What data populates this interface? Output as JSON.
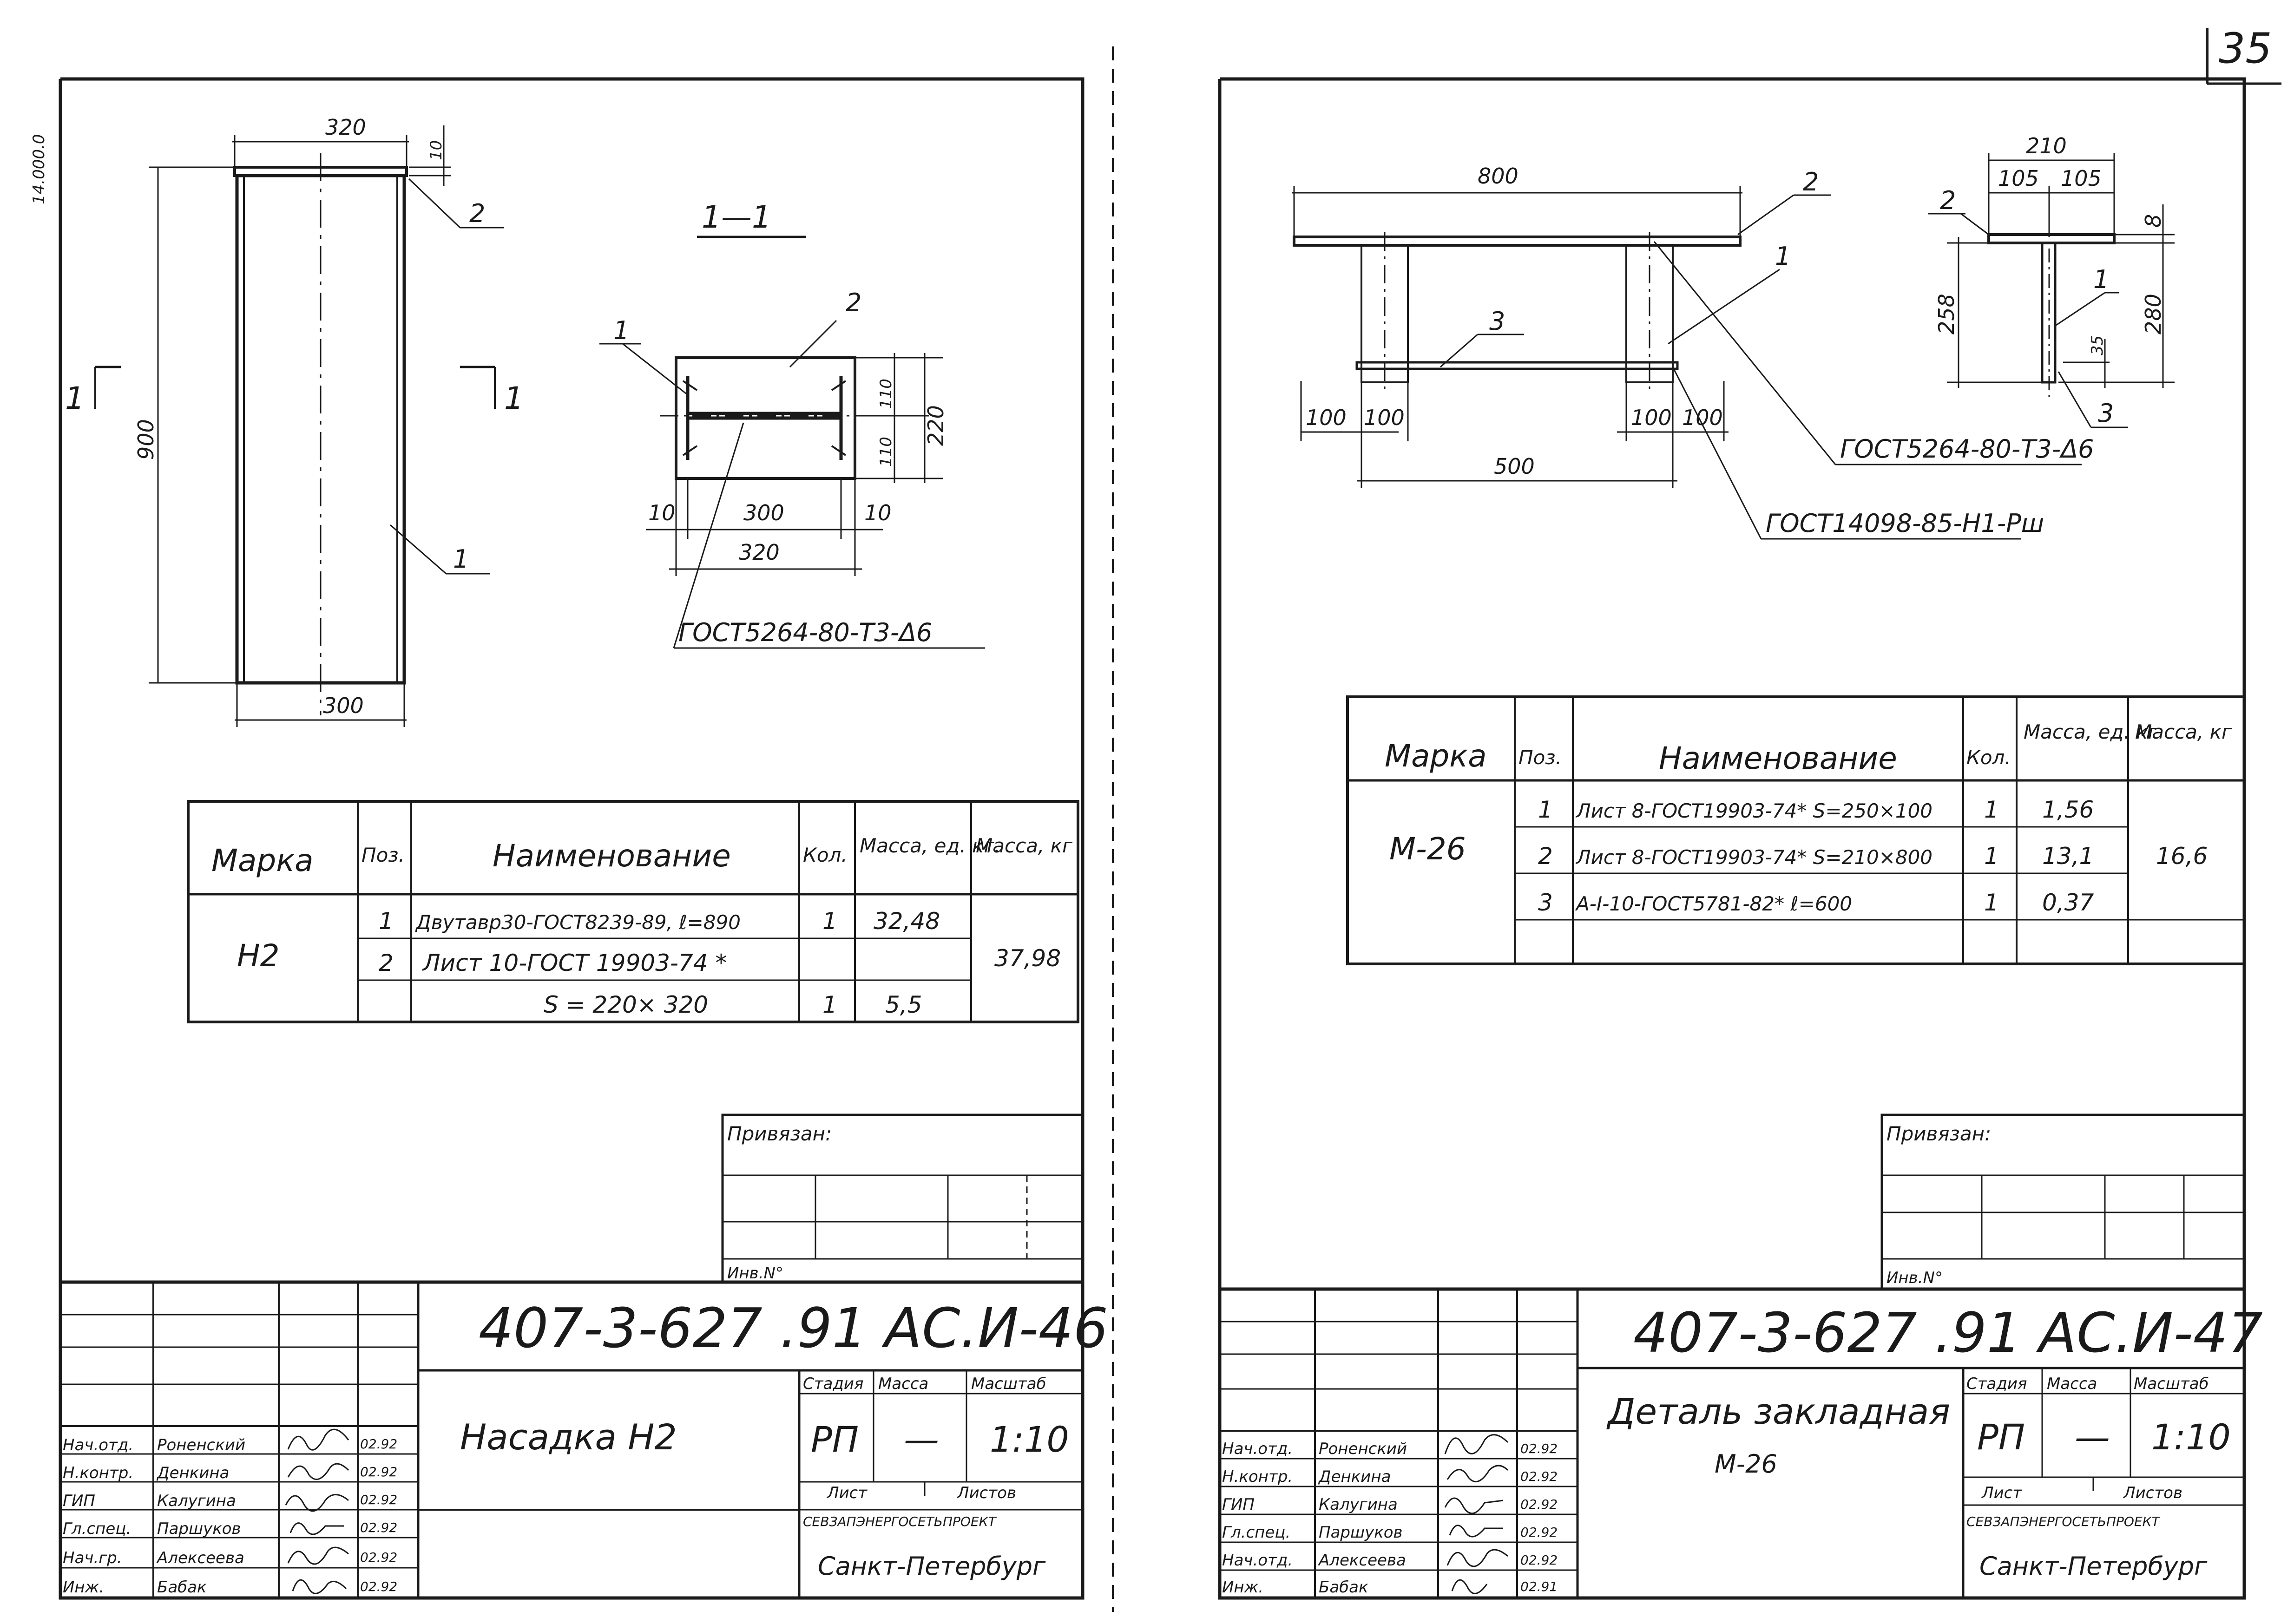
{
  "page_number": "35",
  "left_sheet": {
    "edge_text": "14.000.0",
    "drawing": {
      "dim_top_width": "320",
      "dim_thickness": "10",
      "dim_height": "900",
      "dim_bottom_width": "300",
      "callout_1": "1",
      "callout_2": "2",
      "section_mark_left": "1",
      "section_mark_right": "1"
    },
    "section": {
      "title": "1—1",
      "callout_1": "1",
      "callout_2": "2",
      "dim_110_top": "110",
      "dim_110_bottom": "110",
      "dim_220": "220",
      "dim_10_left": "10",
      "dim_300": "300",
      "dim_10_right": "10",
      "dim_320": "320",
      "weld_note": "ГОСТ5264-80-Т3-Δ6"
    },
    "spec_table": {
      "headers": [
        "Марка",
        "Поз.",
        "Наименование",
        "Кол.",
        "Масса, ед. кг.",
        "Масса, кг"
      ],
      "mark": "Н2",
      "rows": [
        {
          "pos": "1",
          "name": "Двутавр30-ГОСТ8239-89, ℓ=890",
          "qty": "1",
          "mass_unit": "32,48"
        },
        {
          "pos": "2",
          "name": "Лист 10-ГОСТ 19903-74 *",
          "qty": "",
          "mass_unit": ""
        },
        {
          "pos": "",
          "name": "S = 220× 320",
          "qty": "1",
          "mass_unit": "5,5"
        }
      ],
      "mass_total": "37,98"
    },
    "binding_label": "Привязан:",
    "inv_label": "Инв.N°",
    "title_block": {
      "doc_code": "407-3-627  .91  АС.И-46",
      "title": "Насадка Н2",
      "stage_label": "Стадия",
      "mass_label": "Масса",
      "scale_label": "Масштаб",
      "stage": "РП",
      "mass": "—",
      "scale": "1:10",
      "sheet_label": "Лист",
      "sheets_label": "Листов",
      "org": "СЕВЗАПЭНЕРГОСЕТЬПРОЕКТ",
      "city": "Санкт-Петербург",
      "signers": [
        {
          "role": "Нач.отд.",
          "name": "Роненский",
          "date": "02.92"
        },
        {
          "role": "Н.контр.",
          "name": "Денкина",
          "date": "02.92"
        },
        {
          "role": "ГИП",
          "name": "Калугина",
          "date": "02.92"
        },
        {
          "role": "Гл.спец.",
          "name": "Паршуков",
          "date": "02.92"
        },
        {
          "role": "Нач.гр.",
          "name": "Алексеева",
          "date": "02.92"
        },
        {
          "role": "Инж.",
          "name": "Бабак",
          "date": "02.92"
        }
      ]
    }
  },
  "right_sheet": {
    "drawing": {
      "dim_800": "800",
      "callout_2": "2",
      "callout_1": "1",
      "callout_3": "3",
      "dim_100_a": "100",
      "dim_100_b": "100",
      "dim_100_c": "100",
      "dim_100_d": "100",
      "dim_500": "500",
      "weld_note_1": "ГОСТ5264-80-Т3-Δ6",
      "weld_note_2": "ГОСТ14098-85-Н1-Рш"
    },
    "side_view": {
      "dim_210": "210",
      "dim_105_a": "105",
      "dim_105_b": "105",
      "dim_8": "8",
      "dim_258": "258",
      "dim_280": "280",
      "dim_35": "35",
      "callout_2": "2",
      "callout_1": "1",
      "callout_3": "3"
    },
    "spec_table": {
      "headers": [
        "Марка",
        "Поз.",
        "Наименование",
        "Кол.",
        "Масса, ед. кг",
        "Масса, кг"
      ],
      "mark": "М-26",
      "rows": [
        {
          "pos": "1",
          "name": "Лист 8-ГОСТ19903-74* S=250×100",
          "qty": "1",
          "mass_unit": "1,56"
        },
        {
          "pos": "2",
          "name": "Лист 8-ГОСТ19903-74* S=210×800",
          "qty": "1",
          "mass_unit": "13,1"
        },
        {
          "pos": "3",
          "name": "А-I-10-ГОСТ5781-82* ℓ=600",
          "qty": "1",
          "mass_unit": "0,37"
        }
      ],
      "mass_total": "16,6"
    },
    "binding_label": "Привязан:",
    "inv_label": "Инв.N°",
    "title_block": {
      "doc_code": "407-3-627  .91  АС.И-47",
      "title_line1": "Деталь закладная",
      "title_line2": "М-26",
      "stage_label": "Стадия",
      "mass_label": "Масса",
      "scale_label": "Масштаб",
      "stage": "РП",
      "mass": "—",
      "scale": "1:10",
      "sheet_label": "Лист",
      "sheets_label": "Листов",
      "org": "СЕВЗАПЭНЕРГОСЕТЬПРОЕКТ",
      "city": "Санкт-Петербург",
      "signers": [
        {
          "role": "Нач.отд.",
          "name": "Роненский",
          "date": "02.92"
        },
        {
          "role": "Н.контр.",
          "name": "Денкина",
          "date": "02.92"
        },
        {
          "role": "ГИП",
          "name": "Калугина",
          "date": "02.92"
        },
        {
          "role": "Гл.спец.",
          "name": "Паршуков",
          "date": "02.92"
        },
        {
          "role": "Нач.отд.",
          "name": "Алексеева",
          "date": "02.92"
        },
        {
          "role": "Инж.",
          "name": "Бабак",
          "date": "02.91"
        }
      ]
    }
  }
}
